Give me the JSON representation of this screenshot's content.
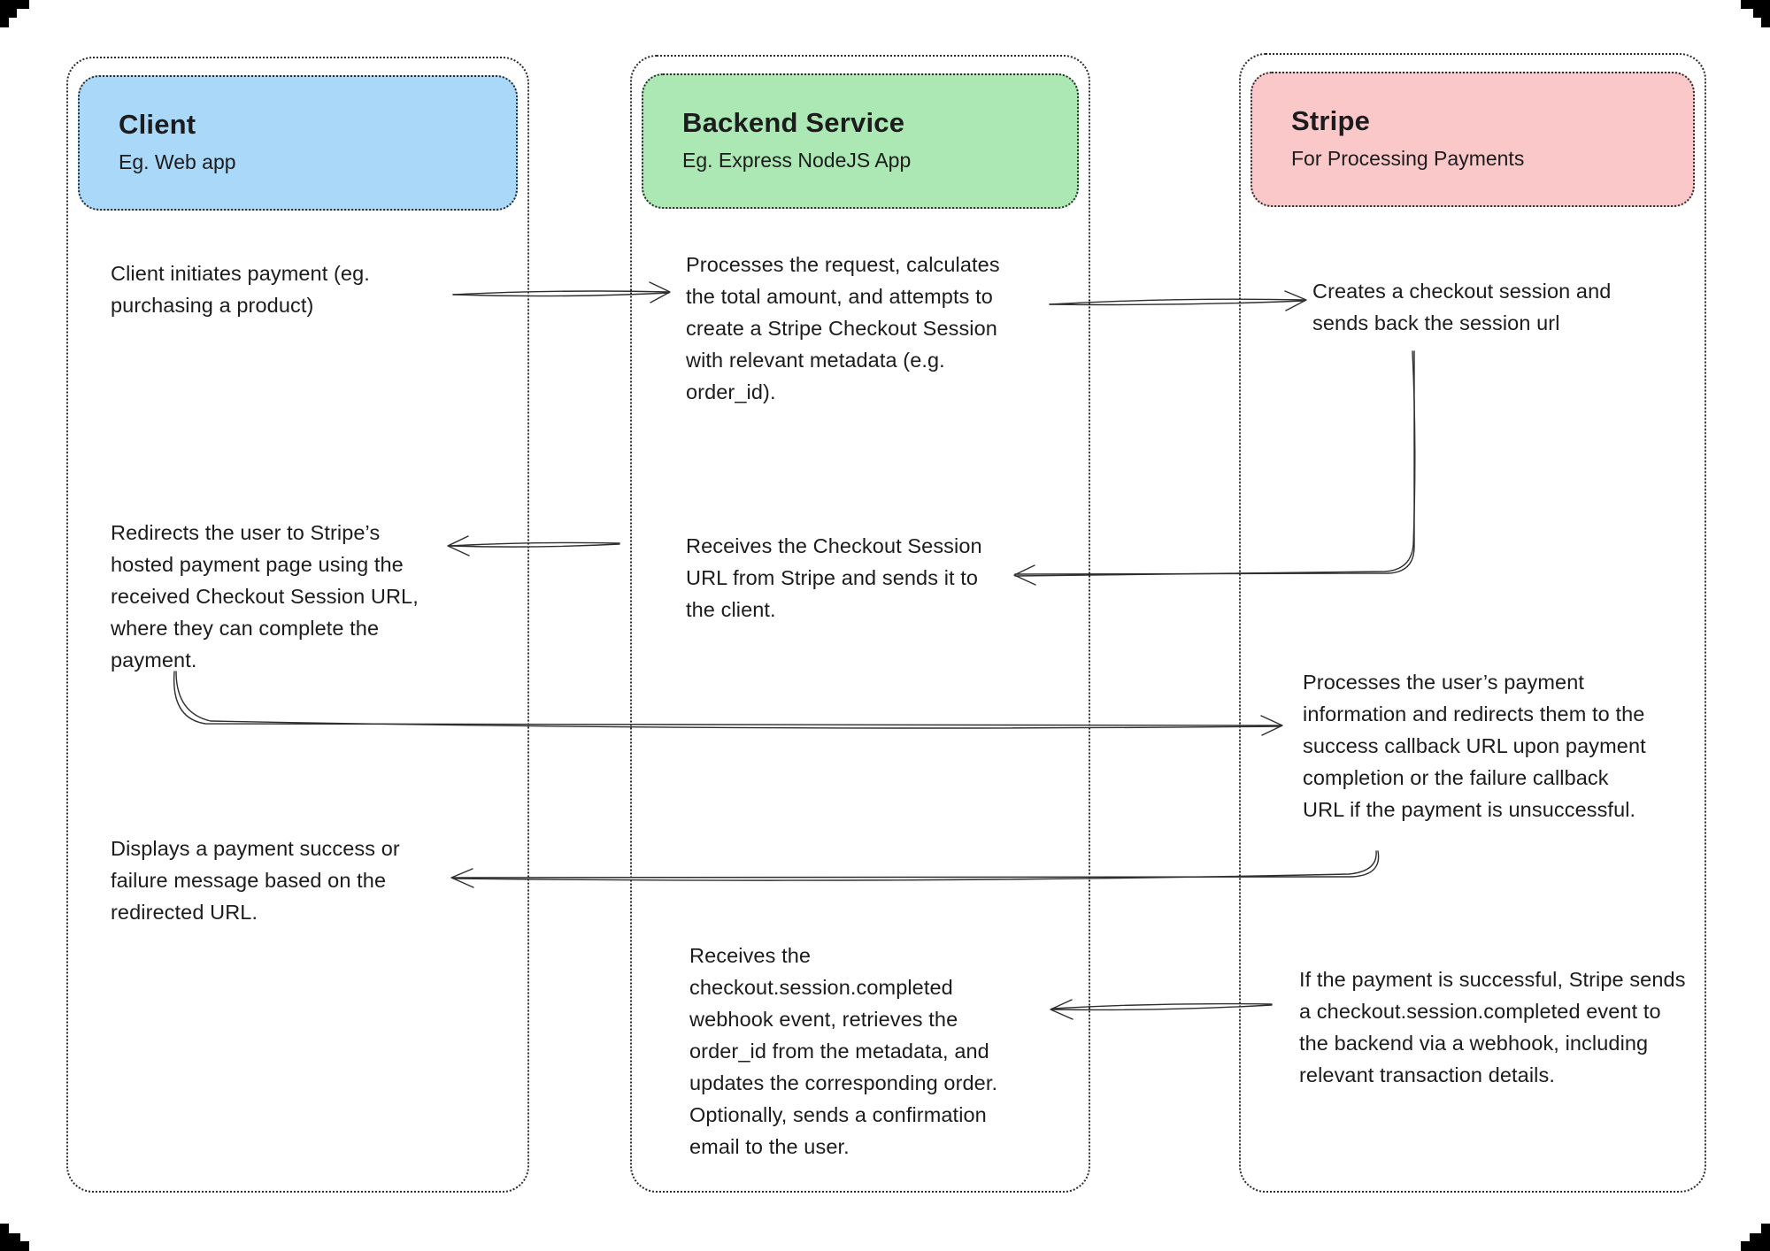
{
  "diagram": {
    "lanes": [
      {
        "title": "Client",
        "subtitle": "Eg. Web app",
        "color": "#a9d8f8"
      },
      {
        "title": "Backend Service",
        "subtitle": "Eg. Express NodeJS App",
        "color": "#ace8b4"
      },
      {
        "title": "Stripe",
        "subtitle": "For Processing Payments",
        "color": "#fac8c9"
      }
    ],
    "steps": [
      {
        "lane": "client",
        "text": "Client initiates payment (eg. purchasing a product)"
      },
      {
        "lane": "backend",
        "text": "Processes the request, calculates the total amount, and attempts to create a Stripe Checkout Session with relevant metadata (e.g. order_id)."
      },
      {
        "lane": "stripe",
        "text": "Creates a checkout session and sends back the session url"
      },
      {
        "lane": "client",
        "text": "Redirects the user to Stripe’s hosted payment page using the received Checkout Session URL, where they can complete the payment."
      },
      {
        "lane": "backend",
        "text": "Receives the Checkout Session URL from Stripe and sends it to the client."
      },
      {
        "lane": "stripe",
        "text": "Processes the user’s payment information and redirects them to the success callback URL upon payment completion or the failure callback URL if the payment is unsuccessful."
      },
      {
        "lane": "client",
        "text": "Displays a payment success or failure message based on the redirected URL."
      },
      {
        "lane": "backend",
        "text": "Receives the checkout.session.completed webhook event, retrieves the order_id from the metadata, and updates the corresponding order. Optionally, sends a confirmation email to the user."
      },
      {
        "lane": "stripe",
        "text": "If the payment is successful, Stripe sends a checkout.session.completed event to the backend via a webhook, including relevant transaction details."
      }
    ]
  }
}
